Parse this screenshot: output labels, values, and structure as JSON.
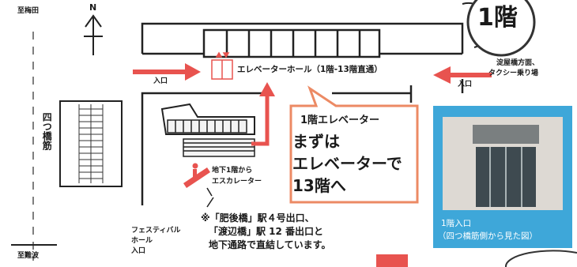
{
  "floor_badge": "1階",
  "compass": "N",
  "top_left_label": "至梅田",
  "bottom_left_label": "至難波",
  "street_label": "四つ橋筋",
  "entrance_left": "入口",
  "entrance_right": "入口",
  "elevator_hall": "エレベーターホール（1階-13階直通）",
  "yodoyabashi_line1": "淀屋橋方面、",
  "yodoyabashi_line2": "タクシー乗り場",
  "callout_title": "1階エレベーター",
  "callout_line1": "まずは",
  "callout_line2": "エレベーターで",
  "callout_line3": "13階へ",
  "escalator_line1": "地下1階から",
  "escalator_line2": "エスカレーター",
  "festival_line1": "フェスティバル",
  "festival_line2": "ホール",
  "festival_line3": "入口",
  "note_line1": "※「肥後橋」駅４号出口、",
  "note_line2": "「渡辺橋」駅 12 番出口と",
  "note_line3": "地下通路で直結しています。",
  "photo_caption_line1": "1階入口",
  "photo_caption_line2": "（四つ橋筋側から見た図）",
  "colors": {
    "arrow_red": "#e8534f",
    "callout_border": "#ec8a64",
    "photo_panel": "#3ea7d9",
    "badge_border": "#333333"
  }
}
